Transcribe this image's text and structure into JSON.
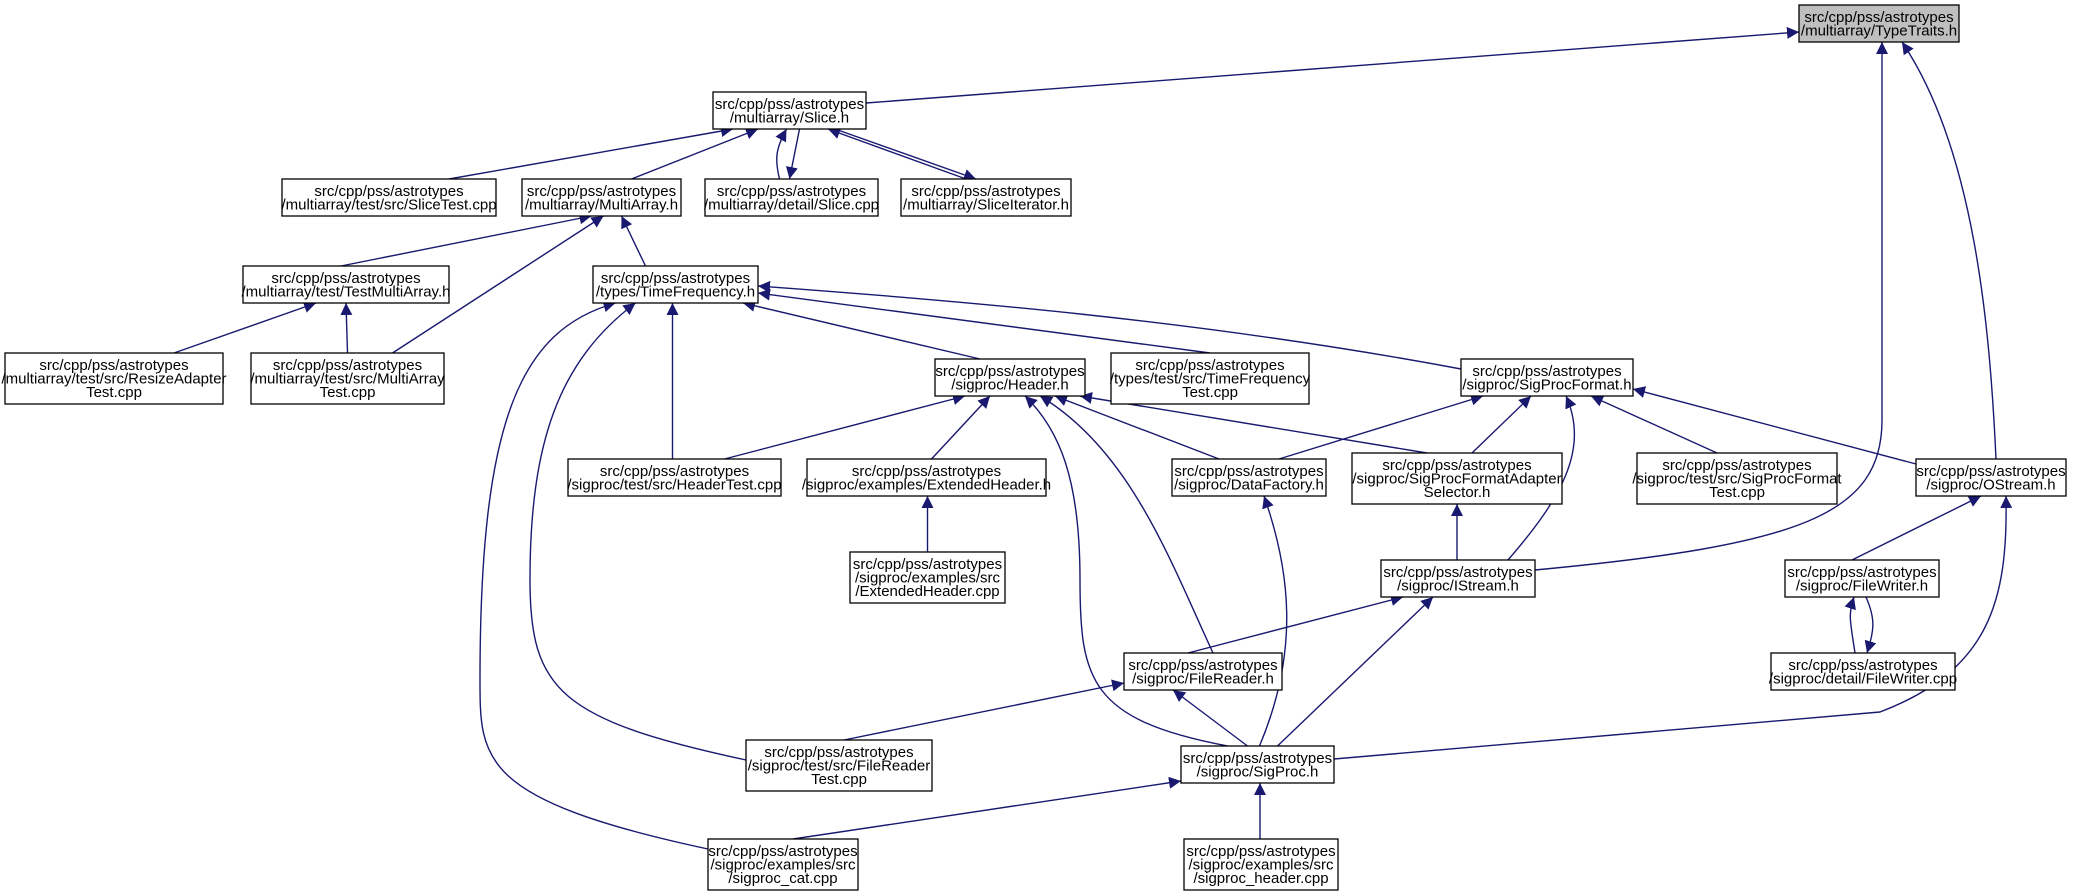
{
  "colors": {
    "edge": "#191970",
    "node_border": "#000000",
    "node_fill": "#ffffff",
    "root_fill": "#bfbfbf"
  },
  "graph": {
    "nodes": [
      {
        "id": "typetraits",
        "lines": [
          "src/cpp/pss/astrotypes",
          "/multiarray/TypeTraits.h"
        ],
        "highlight": true
      },
      {
        "id": "slice_h",
        "lines": [
          "src/cpp/pss/astrotypes",
          "/multiarray/Slice.h"
        ]
      },
      {
        "id": "slicetest",
        "lines": [
          "src/cpp/pss/astrotypes",
          "/multiarray/test/src/SliceTest.cpp"
        ]
      },
      {
        "id": "multiarray_h",
        "lines": [
          "src/cpp/pss/astrotypes",
          "/multiarray/MultiArray.h"
        ]
      },
      {
        "id": "detail_slice",
        "lines": [
          "src/cpp/pss/astrotypes",
          "/multiarray/detail/Slice.cpp"
        ]
      },
      {
        "id": "sliceiter",
        "lines": [
          "src/cpp/pss/astrotypes",
          "/multiarray/SliceIterator.h"
        ]
      },
      {
        "id": "testmultiarray",
        "lines": [
          "src/cpp/pss/astrotypes",
          "/multiarray/test/TestMultiArray.h"
        ]
      },
      {
        "id": "timefreq",
        "lines": [
          "src/cpp/pss/astrotypes",
          "/types/TimeFrequency.h"
        ]
      },
      {
        "id": "resizeadapter",
        "lines": [
          "src/cpp/pss/astrotypes",
          "/multiarray/test/src/ResizeAdapter",
          "Test.cpp"
        ]
      },
      {
        "id": "multiarraytest",
        "lines": [
          "src/cpp/pss/astrotypes",
          "/multiarray/test/src/MultiArray",
          "Test.cpp"
        ]
      },
      {
        "id": "header_h",
        "lines": [
          "src/cpp/pss/astrotypes",
          "/sigproc/Header.h"
        ]
      },
      {
        "id": "tftest",
        "lines": [
          "src/cpp/pss/astrotypes",
          "/types/test/src/TimeFrequency",
          "Test.cpp"
        ]
      },
      {
        "id": "sigprocformat",
        "lines": [
          "src/cpp/pss/astrotypes",
          "/sigproc/SigProcFormat.h"
        ]
      },
      {
        "id": "headertest",
        "lines": [
          "src/cpp/pss/astrotypes",
          "/sigproc/test/src/HeaderTest.cpp"
        ]
      },
      {
        "id": "extheader_h",
        "lines": [
          "src/cpp/pss/astrotypes",
          "/sigproc/examples/ExtendedHeader.h"
        ]
      },
      {
        "id": "datafactory",
        "lines": [
          "src/cpp/pss/astrotypes",
          "/sigproc/DataFactory.h"
        ]
      },
      {
        "id": "spfadapter",
        "lines": [
          "src/cpp/pss/astrotypes",
          "/sigproc/SigProcFormatAdapter",
          "Selector.h"
        ]
      },
      {
        "id": "spformattest",
        "lines": [
          "src/cpp/pss/astrotypes",
          "/sigproc/test/src/SigProcFormat",
          "Test.cpp"
        ]
      },
      {
        "id": "ostream",
        "lines": [
          "src/cpp/pss/astrotypes",
          "/sigproc/OStream.h"
        ]
      },
      {
        "id": "extheader_cpp",
        "lines": [
          "src/cpp/pss/astrotypes",
          "/sigproc/examples/src",
          "/ExtendedHeader.cpp"
        ]
      },
      {
        "id": "istream",
        "lines": [
          "src/cpp/pss/astrotypes",
          "/sigproc/IStream.h"
        ]
      },
      {
        "id": "filewriter_h",
        "lines": [
          "src/cpp/pss/astrotypes",
          "/sigproc/FileWriter.h"
        ]
      },
      {
        "id": "filereader_h",
        "lines": [
          "src/cpp/pss/astrotypes",
          "/sigproc/FileReader.h"
        ]
      },
      {
        "id": "filewriter_cpp",
        "lines": [
          "src/cpp/pss/astrotypes",
          "/sigproc/detail/FileWriter.cpp"
        ]
      },
      {
        "id": "filereadertest",
        "lines": [
          "src/cpp/pss/astrotypes",
          "/sigproc/test/src/FileReader",
          "Test.cpp"
        ]
      },
      {
        "id": "sigproc_h",
        "lines": [
          "src/cpp/pss/astrotypes",
          "/sigproc/SigProc.h"
        ]
      },
      {
        "id": "sigproc_cat",
        "lines": [
          "src/cpp/pss/astrotypes",
          "/sigproc/examples/src",
          "/sigproc_cat.cpp"
        ]
      },
      {
        "id": "sigproc_header",
        "lines": [
          "src/cpp/pss/astrotypes",
          "/sigproc/examples/src",
          "/sigproc_header.cpp"
        ]
      }
    ],
    "edges": [
      {
        "from": "slice_h",
        "to": "typetraits"
      },
      {
        "from": "istream",
        "to": "typetraits"
      },
      {
        "from": "ostream",
        "to": "typetraits"
      },
      {
        "from": "slicetest",
        "to": "slice_h"
      },
      {
        "from": "multiarray_h",
        "to": "slice_h"
      },
      {
        "from": "detail_slice",
        "to": "slice_h"
      },
      {
        "from": "slice_h",
        "to": "detail_slice"
      },
      {
        "from": "sliceiter",
        "to": "slice_h"
      },
      {
        "from": "slice_h",
        "to": "sliceiter"
      },
      {
        "from": "testmultiarray",
        "to": "multiarray_h"
      },
      {
        "from": "multiarraytest",
        "to": "multiarray_h"
      },
      {
        "from": "timefreq",
        "to": "multiarray_h"
      },
      {
        "from": "resizeadapter",
        "to": "testmultiarray"
      },
      {
        "from": "multiarraytest",
        "to": "testmultiarray"
      },
      {
        "from": "headertest",
        "to": "timefreq"
      },
      {
        "from": "filereadertest",
        "to": "timefreq"
      },
      {
        "from": "sigproc_cat",
        "to": "timefreq"
      },
      {
        "from": "header_h",
        "to": "timefreq"
      },
      {
        "from": "tftest",
        "to": "timefreq"
      },
      {
        "from": "sigprocformat",
        "to": "timefreq"
      },
      {
        "from": "headertest",
        "to": "header_h"
      },
      {
        "from": "extheader_h",
        "to": "header_h"
      },
      {
        "from": "datafactory",
        "to": "header_h"
      },
      {
        "from": "spfadapter",
        "to": "header_h"
      },
      {
        "from": "filereader_h",
        "to": "header_h"
      },
      {
        "from": "sigproc_h",
        "to": "header_h"
      },
      {
        "from": "extheader_cpp",
        "to": "extheader_h"
      },
      {
        "from": "datafactory",
        "to": "sigprocformat"
      },
      {
        "from": "spfadapter",
        "to": "sigprocformat"
      },
      {
        "from": "istream",
        "to": "sigprocformat"
      },
      {
        "from": "spformattest",
        "to": "sigprocformat"
      },
      {
        "from": "ostream",
        "to": "sigprocformat"
      },
      {
        "from": "istream",
        "to": "spfadapter"
      },
      {
        "from": "sigproc_h",
        "to": "datafactory"
      },
      {
        "from": "filewriter_h",
        "to": "ostream"
      },
      {
        "from": "sigproc_h",
        "to": "ostream"
      },
      {
        "from": "filewriter_cpp",
        "to": "filewriter_h"
      },
      {
        "from": "filewriter_h",
        "to": "filewriter_cpp"
      },
      {
        "from": "filereader_h",
        "to": "istream"
      },
      {
        "from": "sigproc_h",
        "to": "istream"
      },
      {
        "from": "filereadertest",
        "to": "filereader_h"
      },
      {
        "from": "sigproc_h",
        "to": "filereader_h"
      },
      {
        "from": "sigproc_cat",
        "to": "sigproc_h"
      },
      {
        "from": "sigproc_header",
        "to": "sigproc_h"
      }
    ]
  }
}
